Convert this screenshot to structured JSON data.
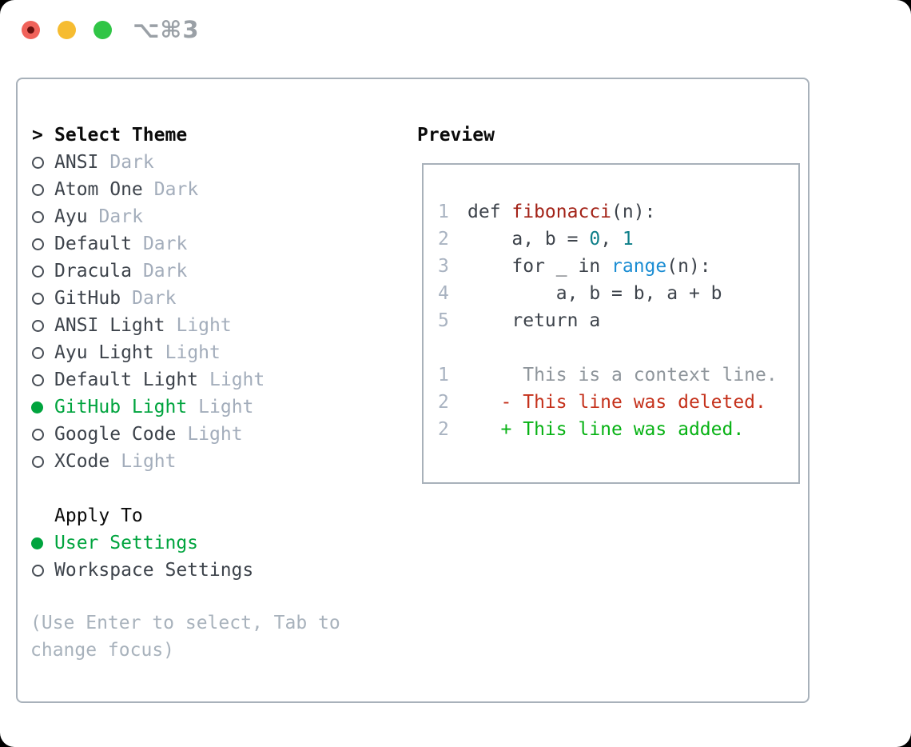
{
  "window": {
    "shortcut_label": "⌥⌘3",
    "traffic_lights": [
      "close",
      "minimize",
      "zoom"
    ]
  },
  "colors": {
    "selected_green": "#00a43e",
    "added_green": "#07b214",
    "deleted_red": "#c5321c",
    "function_red": "#a32318",
    "number_teal": "#0e7f89",
    "builtin_blue": "#1b8dd3",
    "muted_gray": "#a3adbb",
    "text_dark": "#3d434b",
    "traffic_red": "#f0625a",
    "traffic_yellow": "#f6bc31",
    "traffic_green": "#30c546"
  },
  "theme_panel": {
    "prompt": ">",
    "title": "Select Theme",
    "themes": [
      {
        "name": "ANSI",
        "variant": "Dark",
        "selected": false
      },
      {
        "name": "Atom One",
        "variant": "Dark",
        "selected": false
      },
      {
        "name": "Ayu",
        "variant": "Dark",
        "selected": false
      },
      {
        "name": "Default",
        "variant": "Dark",
        "selected": false
      },
      {
        "name": "Dracula",
        "variant": "Dark",
        "selected": false
      },
      {
        "name": "GitHub",
        "variant": "Dark",
        "selected": false
      },
      {
        "name": "ANSI Light",
        "variant": "Light",
        "selected": false
      },
      {
        "name": "Ayu Light",
        "variant": "Light",
        "selected": false
      },
      {
        "name": "Default Light",
        "variant": "Light",
        "selected": false
      },
      {
        "name": "GitHub Light",
        "variant": "Light",
        "selected": true
      },
      {
        "name": "Google Code",
        "variant": "Light",
        "selected": false
      },
      {
        "name": "XCode",
        "variant": "Light",
        "selected": false
      }
    ],
    "apply_to": {
      "title": "Apply To",
      "options": [
        {
          "label": "User Settings",
          "selected": true
        },
        {
          "label": "Workspace Settings",
          "selected": false
        }
      ]
    },
    "hint": "(Use Enter to select, Tab to change focus)"
  },
  "preview": {
    "title": "Preview",
    "code_lines": [
      {
        "num": "1",
        "tokens": [
          {
            "t": "def ",
            "s": "code"
          },
          {
            "t": "fibonacci",
            "s": "func"
          },
          {
            "t": "(n):",
            "s": "code"
          }
        ]
      },
      {
        "num": "2",
        "tokens": [
          {
            "t": "    a, b = ",
            "s": "code"
          },
          {
            "t": "0",
            "s": "num"
          },
          {
            "t": ", ",
            "s": "code"
          },
          {
            "t": "1",
            "s": "num"
          }
        ]
      },
      {
        "num": "3",
        "tokens": [
          {
            "t": "    for _ in ",
            "s": "code"
          },
          {
            "t": "range",
            "s": "builtin"
          },
          {
            "t": "(n):",
            "s": "code"
          }
        ]
      },
      {
        "num": "4",
        "tokens": [
          {
            "t": "        a, b = b, a + b",
            "s": "code"
          }
        ]
      },
      {
        "num": "5",
        "tokens": [
          {
            "t": "    return a",
            "s": "code"
          }
        ]
      }
    ],
    "diff_lines": [
      {
        "num": "1",
        "kind": "context",
        "text": "     This is a context line."
      },
      {
        "num": "2",
        "kind": "deleted",
        "text": "   - This line was deleted."
      },
      {
        "num": "2",
        "kind": "added",
        "text": "   + This line was added."
      }
    ]
  }
}
